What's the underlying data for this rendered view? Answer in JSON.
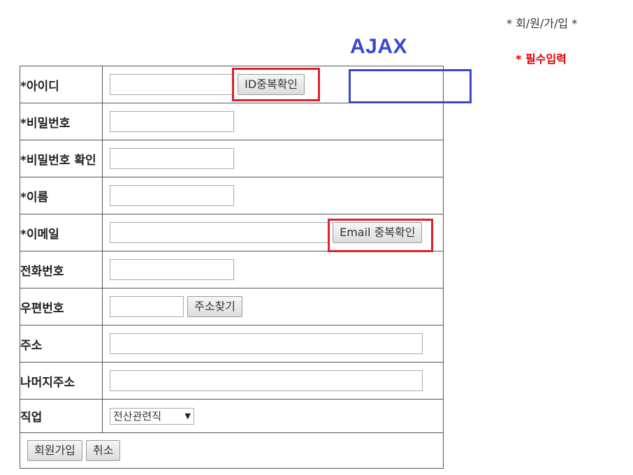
{
  "header": {
    "page_title": "* 회/원/가/입 *",
    "required_note": "* 필수입력"
  },
  "annotation": {
    "ajax_label": "AJAX",
    "highlight_color": "#e0202a",
    "ajax_color": "#3a46d2"
  },
  "form": {
    "rows": [
      {
        "label": "*아이디",
        "button": "ID중복확인"
      },
      {
        "label": "*비밀번호"
      },
      {
        "label": "*비밀번호 확인"
      },
      {
        "label": "*이름"
      },
      {
        "label": "*이메일",
        "button": "Email 중복확인"
      },
      {
        "label": "전화번호"
      },
      {
        "label": "우편번호",
        "button": "주소찾기"
      },
      {
        "label": "주소"
      },
      {
        "label": "나머지주소"
      },
      {
        "label": "직업",
        "select_value": "전산관련직"
      }
    ],
    "submit_label": "회원가입",
    "cancel_label": "취소"
  }
}
